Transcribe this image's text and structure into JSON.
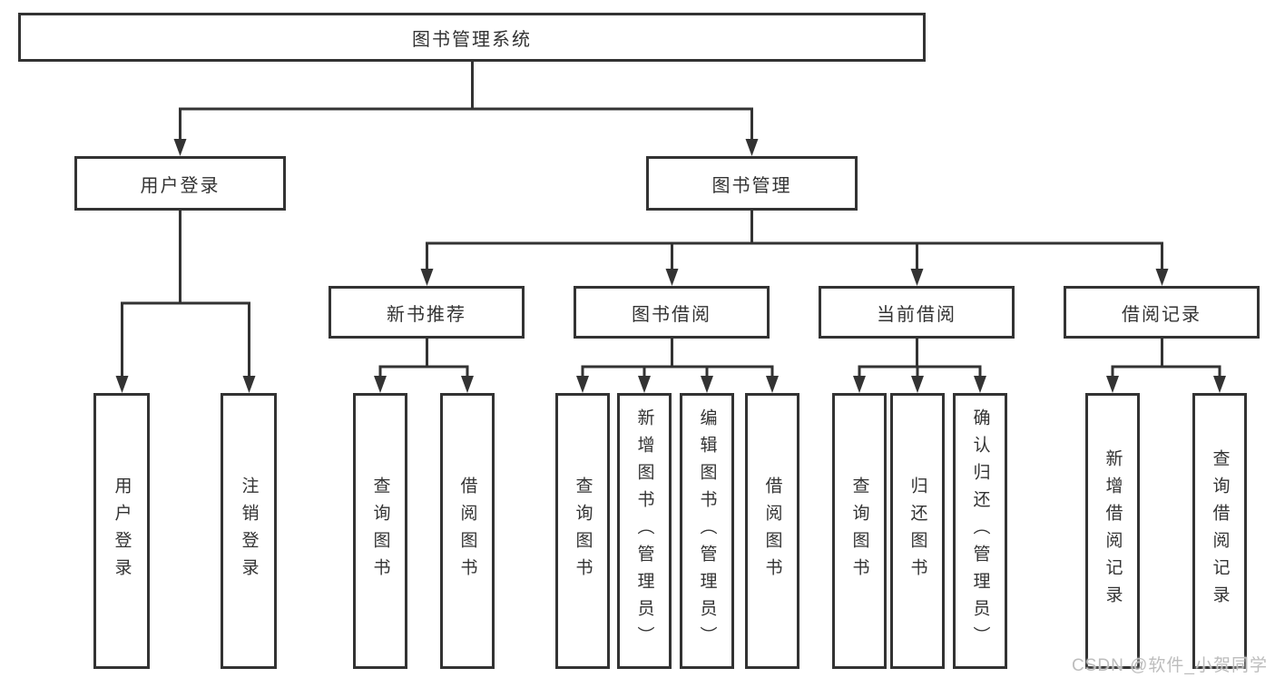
{
  "diagram": {
    "root": {
      "label": "图书管理系统"
    },
    "branches": [
      {
        "label": "用户登录",
        "children": [
          {
            "label": "用户登录"
          },
          {
            "label": "注销登录"
          }
        ]
      },
      {
        "label": "图书管理",
        "sections": [
          {
            "label": "新书推荐",
            "children": [
              {
                "label": "查询图书"
              },
              {
                "label": "借阅图书"
              }
            ]
          },
          {
            "label": "图书借阅",
            "children": [
              {
                "label": "查询图书"
              },
              {
                "label": "新增图书（管理员）"
              },
              {
                "label": "编辑图书（管理员）"
              },
              {
                "label": "借阅图书"
              }
            ]
          },
          {
            "label": "当前借阅",
            "children": [
              {
                "label": "查询图书"
              },
              {
                "label": "归还图书"
              },
              {
                "label": "确认归还（管理员）"
              }
            ]
          },
          {
            "label": "借阅记录",
            "children": [
              {
                "label": "新增借阅记录"
              },
              {
                "label": "查询借阅记录"
              }
            ]
          }
        ]
      }
    ]
  },
  "watermark": {
    "text": "CSDN @软件_小贺同学"
  },
  "colors": {
    "line": "#333333",
    "box_border": "#333333",
    "text": "#333333",
    "background": "#ffffff",
    "watermark": "#bdbdbd"
  }
}
